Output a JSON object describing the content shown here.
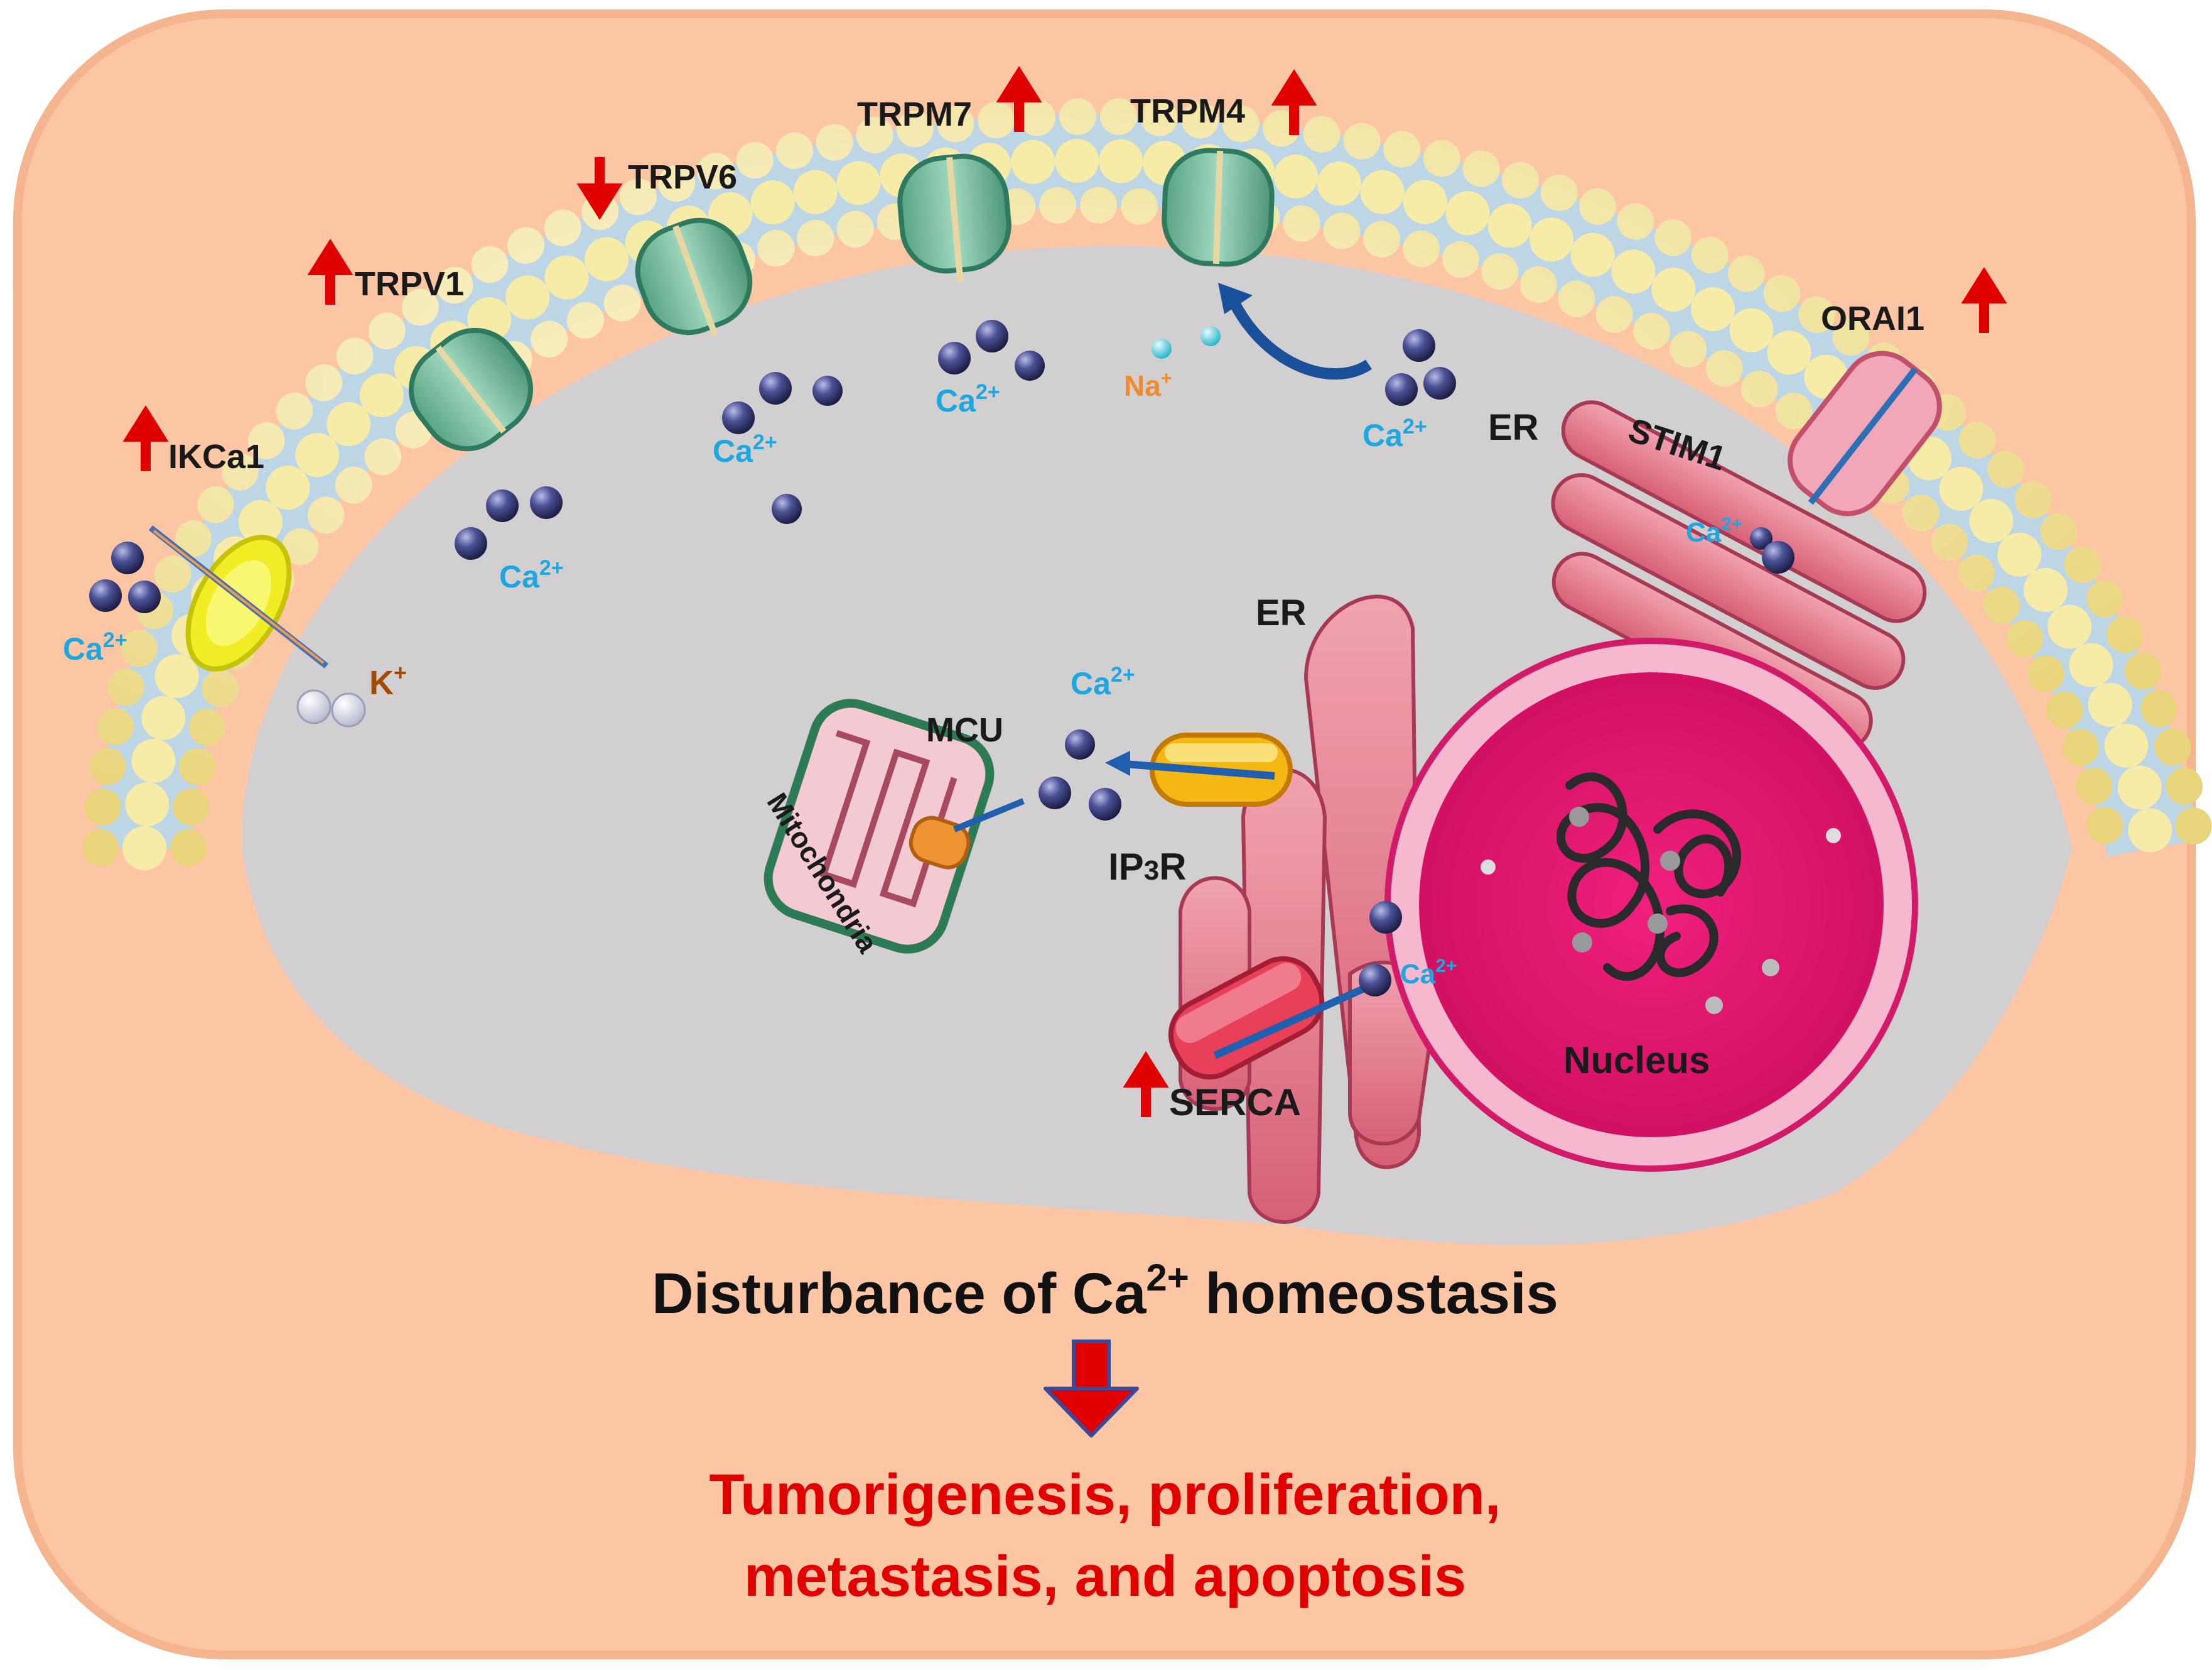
{
  "labels": {
    "ikca1": "IKCa1",
    "trpv1": "TRPV1",
    "trpv6": "TRPV6",
    "trpm7": "TRPM7",
    "trpm4": "TRPM4",
    "orai1": "ORAI1",
    "stim1": "STIM1",
    "er_top": "ER",
    "er_mid": "ER",
    "mcu": "MCU",
    "mitochondria": "Mitochondria",
    "ip3r_pre": "IP",
    "ip3r_sub": "3",
    "ip3r_post": "R",
    "serca": "SERCA",
    "nucleus": "Nucleus",
    "ca": "Ca",
    "ca_sup": "2+",
    "k": "K",
    "k_sup": "+",
    "na": "Na",
    "na_sup": "+"
  },
  "caption": {
    "line1_pre": "Disturbance of Ca",
    "line1_sup": "2+",
    "line1_post": " homeostasis",
    "outcome_line1": "Tumorigenesis, proliferation,",
    "outcome_line2": "metastasis, and apoptosis"
  },
  "regulation": {
    "ikca1": "up",
    "trpv1": "up",
    "trpv6": "down",
    "trpm7": "up",
    "trpm4": "up",
    "orai1": "up",
    "serca": "up"
  },
  "colors": {
    "background": "#fcc6a4",
    "frame": "#f3b48e",
    "cytoplasm": "#d2cfd1",
    "membrane_head": "#f6eca8",
    "membrane_tail": "#bcd6e6",
    "channel": "#7bc0a4",
    "ion_ca": "#34386e",
    "label_ca": "#1ea6e0",
    "label_k": "#a14a06",
    "label_na": "#f08a2a",
    "arrow_red": "#e00000",
    "outcome": "#e00000",
    "er": "#e07e8f",
    "nucleus": "#e2136d",
    "serca": "#e9405a",
    "ip3r": "#f5b813",
    "mcu": "#ef9433"
  },
  "icons": [
    "up-arrow-icon",
    "down-arrow-icon",
    "calcium-ion-icon",
    "ion-channel-icon"
  ]
}
